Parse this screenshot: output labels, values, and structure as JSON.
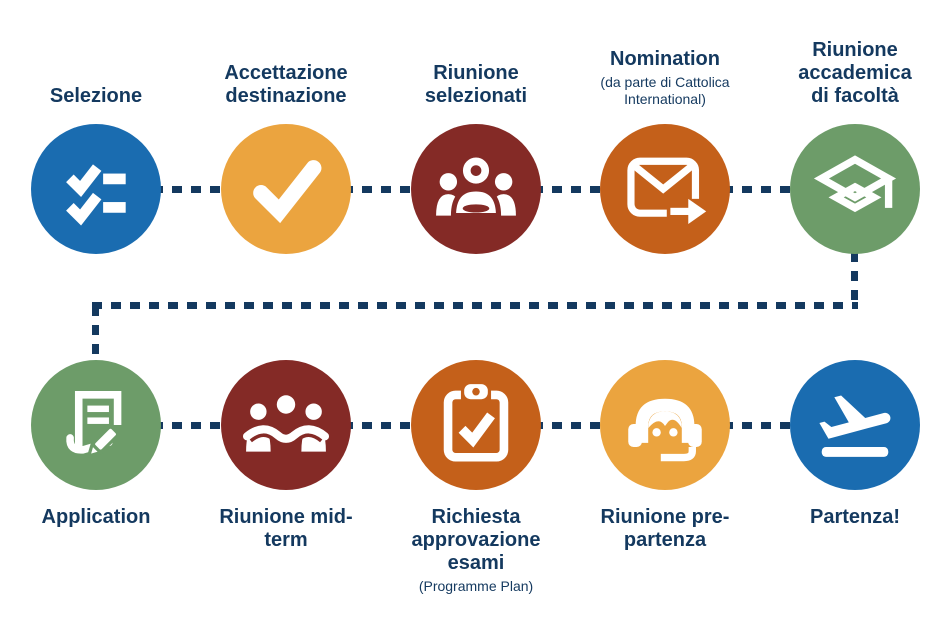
{
  "palette": {
    "navy": "#14395f",
    "blue": "#1a6cb0",
    "amber": "#eba43f",
    "maroon": "#842a26",
    "burnt_orange": "#c4601a",
    "green": "#6d9c69",
    "icon_white": "#ffffff",
    "background": "#ffffff"
  },
  "rows": [
    {
      "steps": [
        {
          "label": "Selezione",
          "icon": "checklist-icon",
          "color": "#1a6cb0"
        },
        {
          "label": "Accettazione destinazione",
          "icon": "check-mark-icon",
          "color": "#eba43f"
        },
        {
          "label": "Riunione selezionati",
          "icon": "audience-group-icon",
          "color": "#842a26"
        },
        {
          "label": "Nomination",
          "sublabel": "(da parte di Cattolica International)",
          "icon": "email-forward-icon",
          "color": "#c4601a"
        },
        {
          "label": "Riunione accademica di facoltà",
          "icon": "graduation-cap-icon",
          "color": "#6d9c69"
        }
      ]
    },
    {
      "steps": [
        {
          "label": "Application",
          "icon": "document-pencil-icon",
          "color": "#6d9c69"
        },
        {
          "label": "Riunione mid-term",
          "icon": "meeting-handshake-icon",
          "color": "#842a26"
        },
        {
          "label": "Richiesta approvazione esami",
          "sublabel": "(Programme Plan)",
          "icon": "clipboard-check-icon",
          "color": "#c4601a"
        },
        {
          "label": "Riunione pre-partenza",
          "icon": "headset-support-icon",
          "color": "#eba43f"
        },
        {
          "label": "Partenza!",
          "icon": "airplane-takeoff-icon",
          "color": "#1a6cb0"
        }
      ]
    }
  ]
}
